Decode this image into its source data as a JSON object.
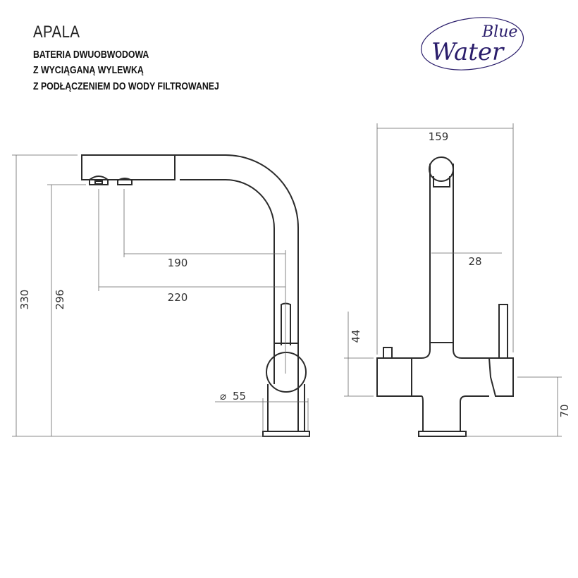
{
  "header": {
    "title": "APALA",
    "lines": [
      "BATERIA DWUOBWODOWA",
      "Z WYCIĄGANĄ WYLEWKĄ",
      "Z PODŁĄCZENIEM DO WODY FILTROWANEJ"
    ]
  },
  "logo": {
    "line1": "Blue",
    "line2": "Water",
    "color": "#2a1d6b"
  },
  "side_view": {
    "dims": {
      "total_height": "330",
      "spout_height": "296",
      "reach_inner": "190",
      "reach_outer": "220",
      "diameter": "55"
    },
    "diameter_symbol": "⌀"
  },
  "front_view": {
    "dims": {
      "width": "159",
      "spout_width": "28",
      "button_height": "44",
      "body_height": "70"
    }
  }
}
